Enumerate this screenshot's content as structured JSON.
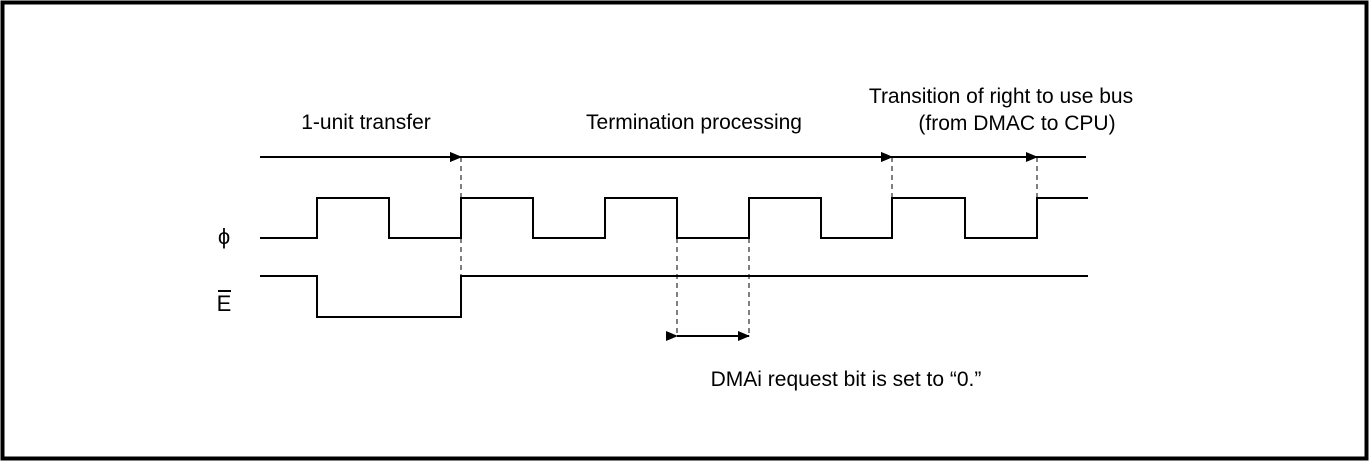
{
  "diagram": {
    "labels": {
      "unit_transfer": "1-unit transfer",
      "termination": "Termination processing",
      "transition_line1": "Transition of right to use bus",
      "transition_line2": "(from DMAC to CPU)",
      "request_bit": "DMAi request bit is set to “0.”"
    },
    "signals": {
      "clock": "ϕ",
      "enable": "E",
      "enable_overbar": true
    },
    "phases": [
      "1-unit transfer",
      "Termination processing",
      "Transition of right to use bus (from DMAC to CPU)"
    ]
  }
}
